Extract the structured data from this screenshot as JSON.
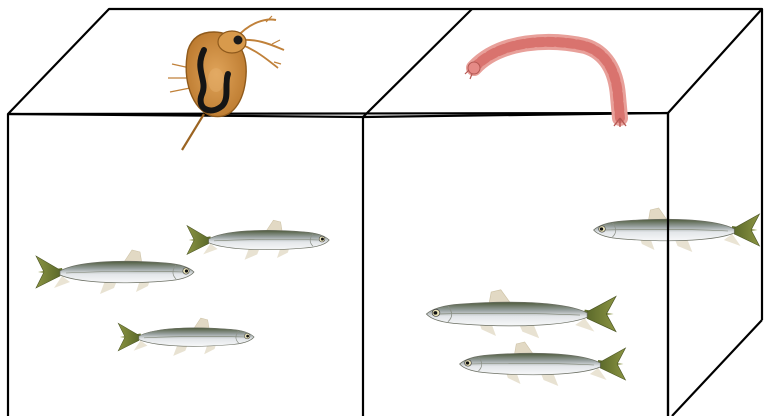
{
  "scene": {
    "description_tags": [
      "aquarium-tank-left",
      "aquarium-tank-right"
    ],
    "colors": {
      "outline": "#000000",
      "background": "#ffffff",
      "fish_body_top": "#5f6a4c",
      "fish_body_mid": "#c9cdd2",
      "fish_belly": "#f4f5f6",
      "fish_tail": "#6f7a3a",
      "fish_fin": "#ddd3bd",
      "daphnia_shell": "#c98a3a",
      "daphnia_gut": "#1b1b1b",
      "larva": "#e58a86"
    },
    "icons": {
      "left_food": "daphnia-icon",
      "right_food": "bloodworm-larva-icon",
      "fish": "fish-icon"
    },
    "tanks": [
      {
        "name": "left-tank",
        "fish_count": 3,
        "food": "daphnia-icon"
      },
      {
        "name": "right-tank",
        "fish_count": 3,
        "food": "bloodworm-larva-icon"
      }
    ]
  }
}
